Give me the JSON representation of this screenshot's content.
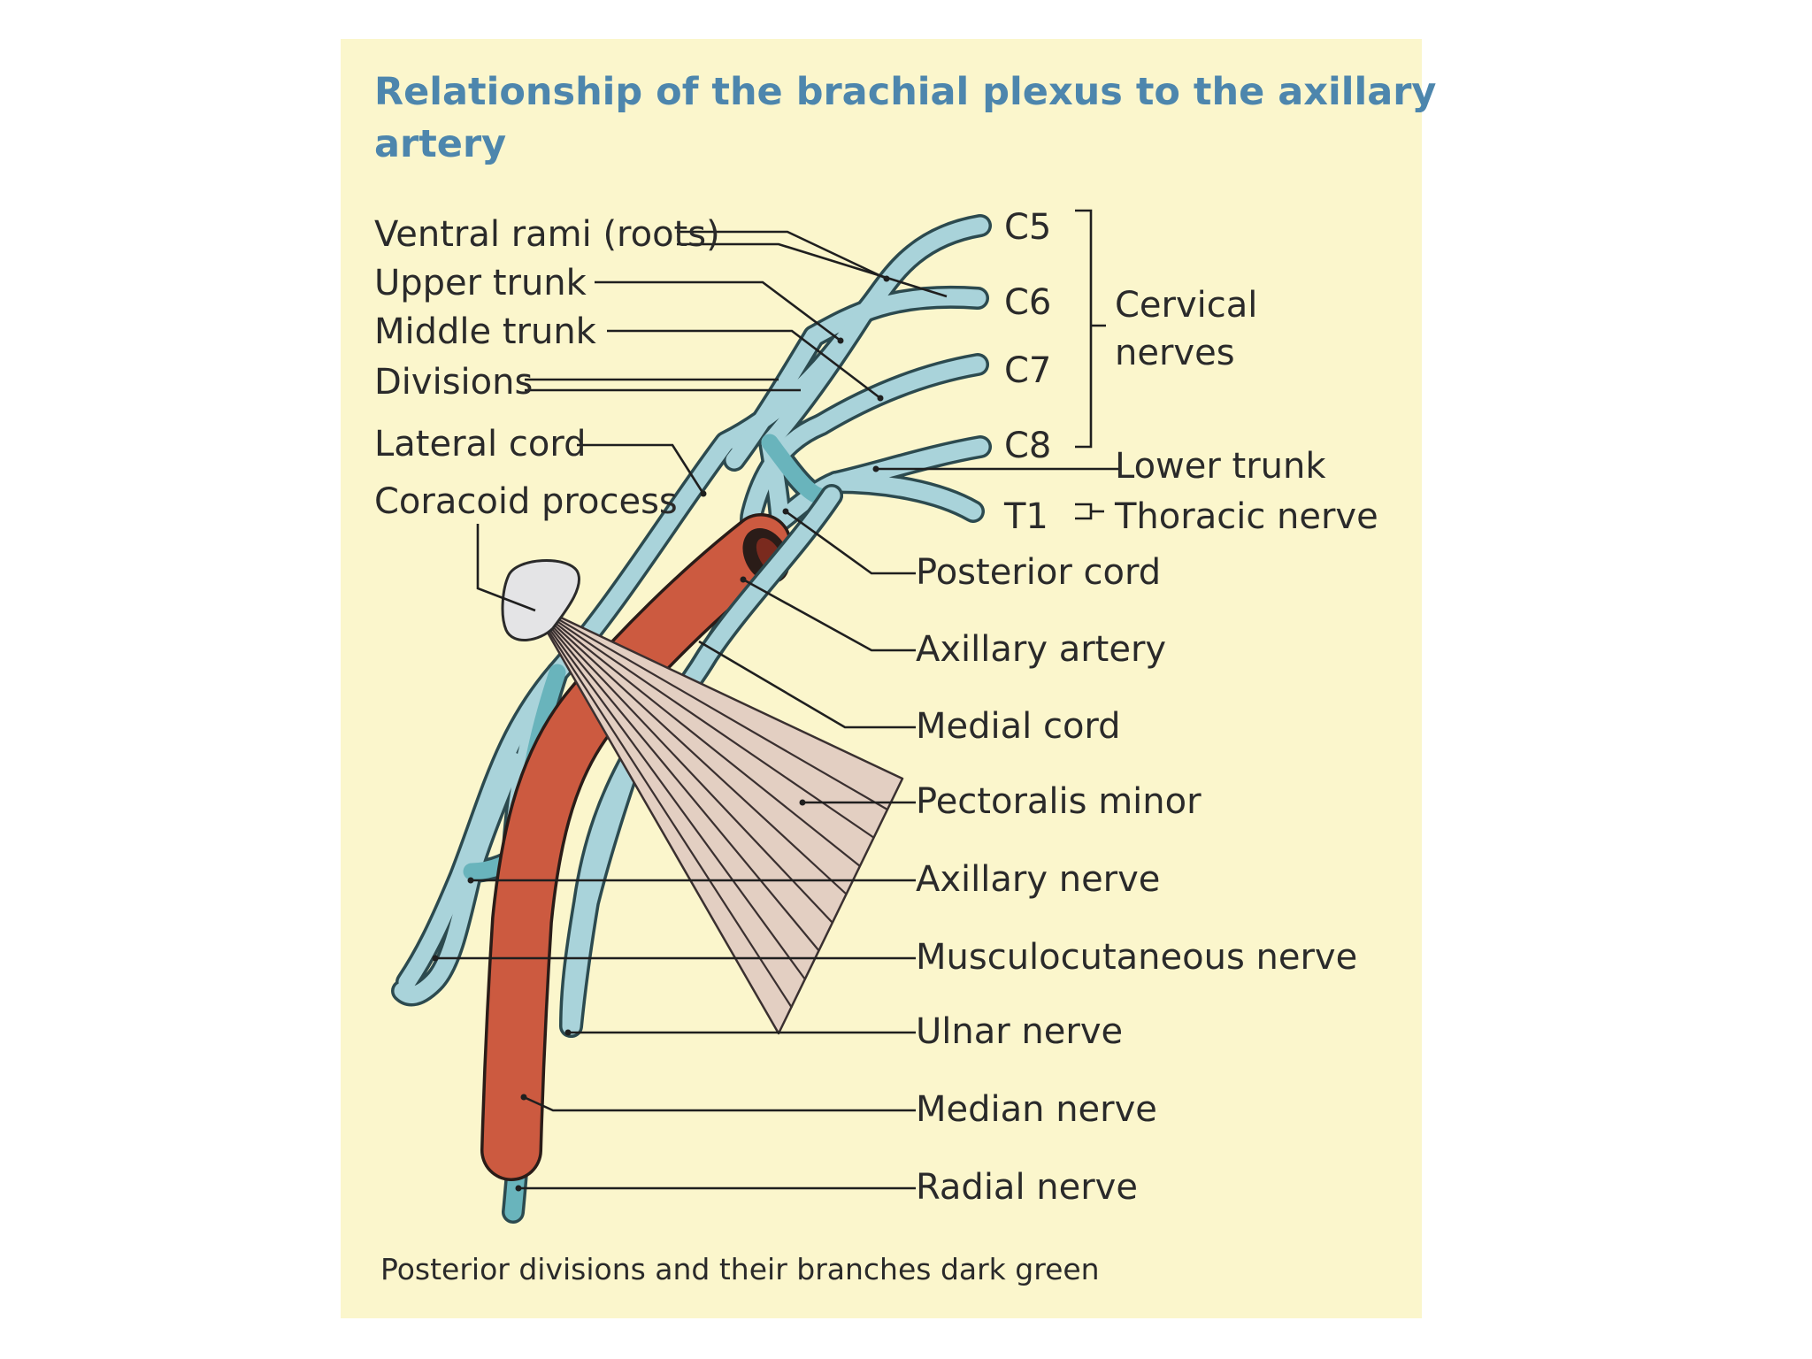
{
  "figure": {
    "title_line1": "Relationship of the brachial plexus to the axillary",
    "title_line2": "artery",
    "caption": "Posterior divisions and their branches dark green",
    "colors": {
      "panel": "#fbf6cc",
      "nerve": "#a9d3da",
      "posterior_nerve": "#69b4bc",
      "artery": "#cc5a40",
      "muscle": "#e3cfc2",
      "bone": "#e4e4e6",
      "title": "#4d86ad"
    },
    "labels_left": {
      "ventral_rami": "Ventral rami (roots)",
      "upper_trunk": "Upper trunk",
      "middle_trunk": "Middle trunk",
      "divisions": "Divisions",
      "lateral_cord": "Lateral cord",
      "coracoid_process": "Coracoid process"
    },
    "roots": {
      "c5": "C5",
      "c6": "C6",
      "c7": "C7",
      "c8": "C8",
      "t1": "T1"
    },
    "labels_right": {
      "cervical_line1": "Cervical",
      "cervical_line2": "nerves",
      "lower_trunk": "Lower trunk",
      "thoracic_nerve": "Thoracic nerve",
      "posterior_cord": "Posterior cord",
      "axillary_artery": "Axillary artery",
      "medial_cord": "Medial cord",
      "pectoralis_minor": "Pectoralis minor",
      "axillary_nerve": "Axillary nerve",
      "musculocutaneous_nerve": "Musculocutaneous nerve",
      "ulnar_nerve": "Ulnar nerve",
      "median_nerve": "Median nerve",
      "radial_nerve": "Radial nerve"
    }
  }
}
